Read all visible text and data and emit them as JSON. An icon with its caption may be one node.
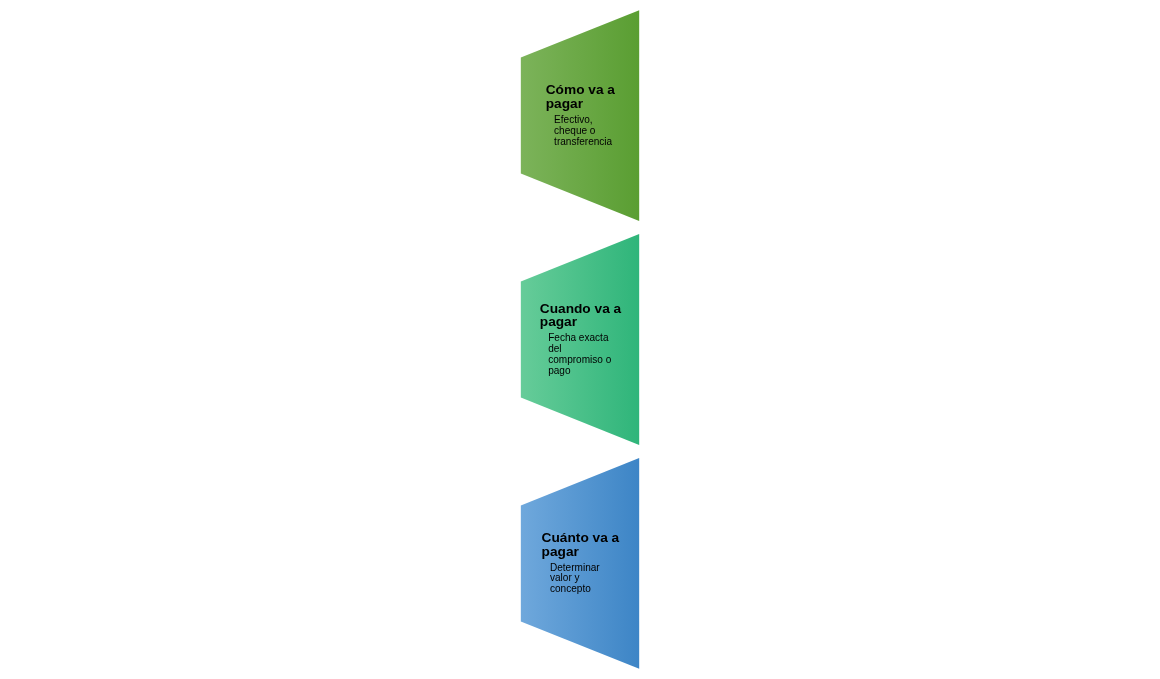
{
  "diagram": {
    "nodes": [
      {
        "text": [
          "Cuánto va a pagar",
          "Determinar valor y concepto"
        ]
      },
      {
        "text": [
          "Cuando va a pagar",
          "Fecha exacta del compromiso o pago"
        ]
      },
      {
        "text": [
          "Cómo va a pagar",
          "Efectivo, cheque o transferencia"
        ]
      }
    ]
  }
}
